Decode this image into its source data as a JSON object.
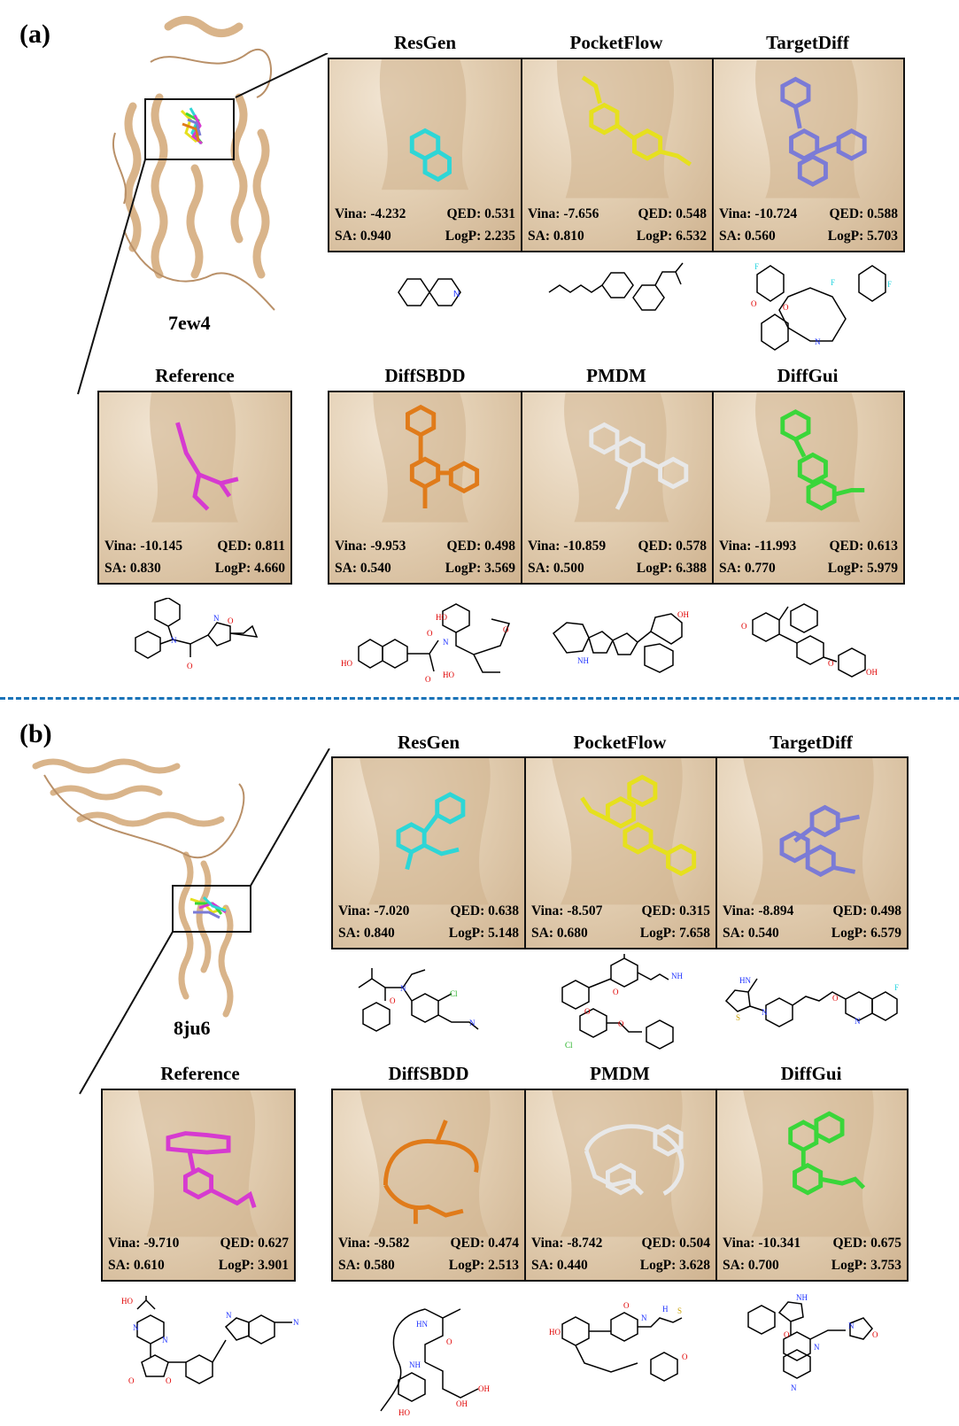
{
  "a": {
    "label": "(a)",
    "protein": "7ew4",
    "panels": [
      {
        "name": "ResGen",
        "vina": "Vina: -4.232",
        "qed": "QED: 0.531",
        "sa": "SA: 0.940",
        "logp": "LogP: 2.235",
        "ligand_color": "#2ed6d6"
      },
      {
        "name": "PocketFlow",
        "vina": "Vina: -7.656",
        "qed": "QED: 0.548",
        "sa": "SA: 0.810",
        "logp": "LogP: 6.532",
        "ligand_color": "#e6e01e"
      },
      {
        "name": "TargetDiff",
        "vina": "Vina: -10.724",
        "qed": "QED: 0.588",
        "sa": "SA: 0.560",
        "logp": "LogP: 5.703",
        "ligand_color": "#7b7bd6"
      },
      {
        "name": "Reference",
        "vina": "Vina: -10.145",
        "qed": "QED: 0.811",
        "sa": "SA: 0.830",
        "logp": "LogP: 4.660",
        "ligand_color": "#d63ad0"
      },
      {
        "name": "DiffSBDD",
        "vina": "Vina: -9.953",
        "qed": "QED: 0.498",
        "sa": "SA: 0.540",
        "logp": "LogP: 3.569",
        "ligand_color": "#e07b1a"
      },
      {
        "name": "PMDM",
        "vina": "Vina: -10.859",
        "qed": "QED: 0.578",
        "sa": "SA: 0.500",
        "logp": "LogP: 6.388",
        "ligand_color": "#c8c8c8"
      },
      {
        "name": "DiffGui",
        "vina": "Vina: -11.993",
        "qed": "QED: 0.613",
        "sa": "SA: 0.770",
        "logp": "LogP: 5.979",
        "ligand_color": "#3ad63a"
      }
    ]
  },
  "b": {
    "label": "(b)",
    "protein": "8ju6",
    "panels": [
      {
        "name": "ResGen",
        "vina": "Vina: -7.020",
        "qed": "QED: 0.638",
        "sa": "SA: 0.840",
        "logp": "LogP: 5.148",
        "ligand_color": "#2ed6d6"
      },
      {
        "name": "PocketFlow",
        "vina": "Vina: -8.507",
        "qed": "QED: 0.315",
        "sa": "SA: 0.680",
        "logp": "LogP: 7.658",
        "ligand_color": "#e6e01e"
      },
      {
        "name": "TargetDiff",
        "vina": "Vina: -8.894",
        "qed": "QED: 0.498",
        "sa": "SA: 0.540",
        "logp": "LogP: 6.579",
        "ligand_color": "#7b7bd6"
      },
      {
        "name": "Reference",
        "vina": "Vina: -9.710",
        "qed": "QED: 0.627",
        "sa": "SA: 0.610",
        "logp": "LogP: 3.901",
        "ligand_color": "#d63ad0"
      },
      {
        "name": "DiffSBDD",
        "vina": "Vina: -9.582",
        "qed": "QED: 0.474",
        "sa": "SA: 0.580",
        "logp": "LogP: 2.513",
        "ligand_color": "#e07b1a"
      },
      {
        "name": "PMDM",
        "vina": "Vina: -8.742",
        "qed": "QED: 0.504",
        "sa": "SA: 0.440",
        "logp": "LogP: 3.628",
        "ligand_color": "#c8c8c8"
      },
      {
        "name": "DiffGui",
        "vina": "Vina: -10.341",
        "qed": "QED: 0.675",
        "sa": "SA: 0.700",
        "logp": "LogP: 3.753",
        "ligand_color": "#3ad63a"
      }
    ]
  },
  "colors": {
    "protein_ribbon": "#d9b48a",
    "pocket_surface": "#e3cfb3",
    "divider": "#1a73b8",
    "oxygen": "#e00000",
    "nitrogen": "#1e32ff",
    "fluorine": "#2ad6e0",
    "chlorine": "#22b022"
  }
}
